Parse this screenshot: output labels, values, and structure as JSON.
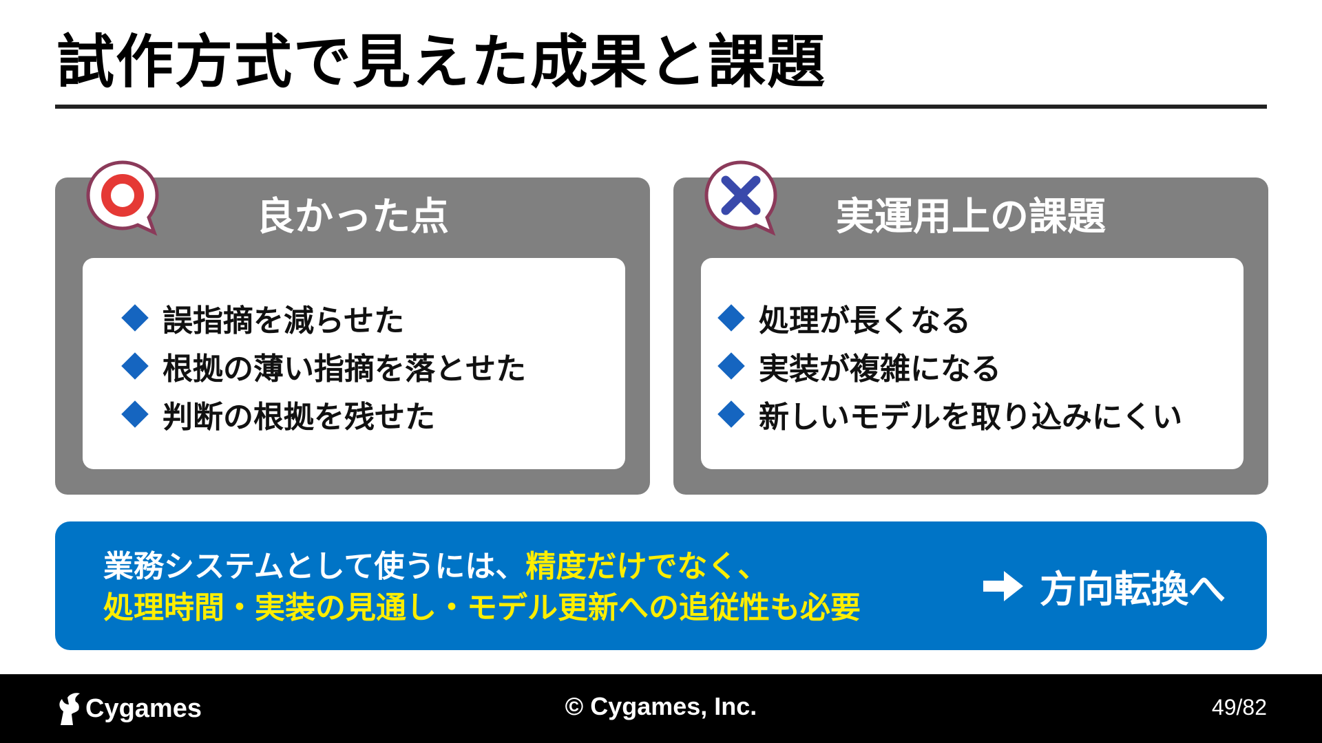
{
  "slide": {
    "title": "試作方式で見えた成果と課題"
  },
  "good": {
    "heading": "良かった点",
    "icon": "circle-mark-icon",
    "items": [
      "誤指摘を減らせた",
      "根拠の薄い指摘を落とせた",
      "判断の根拠を残せた"
    ]
  },
  "issues": {
    "heading": "実運用上の課題",
    "icon": "cross-mark-icon",
    "items": [
      "処理が長くなる",
      "実装が複雑になる",
      "新しいモデルを取り込みにくい"
    ]
  },
  "summary": {
    "line1_white": "業務システムとして使うには、",
    "line1_yellow": "精度だけでなく、",
    "line2_yellow": "処理時間・実装の見通し・モデル更新への追従性も必要",
    "action": "方向転換へ"
  },
  "footer": {
    "logo": "Cygames",
    "copyright": "© Cygames, Inc.",
    "page": "49/82"
  },
  "colors": {
    "panel": "#808080",
    "bullet": "#1565c0",
    "summary_bg": "#0074c6",
    "highlight": "#ffee00",
    "good_icon": "#e53935",
    "bad_icon": "#3949ab",
    "icon_border": "#8b3a5a"
  }
}
